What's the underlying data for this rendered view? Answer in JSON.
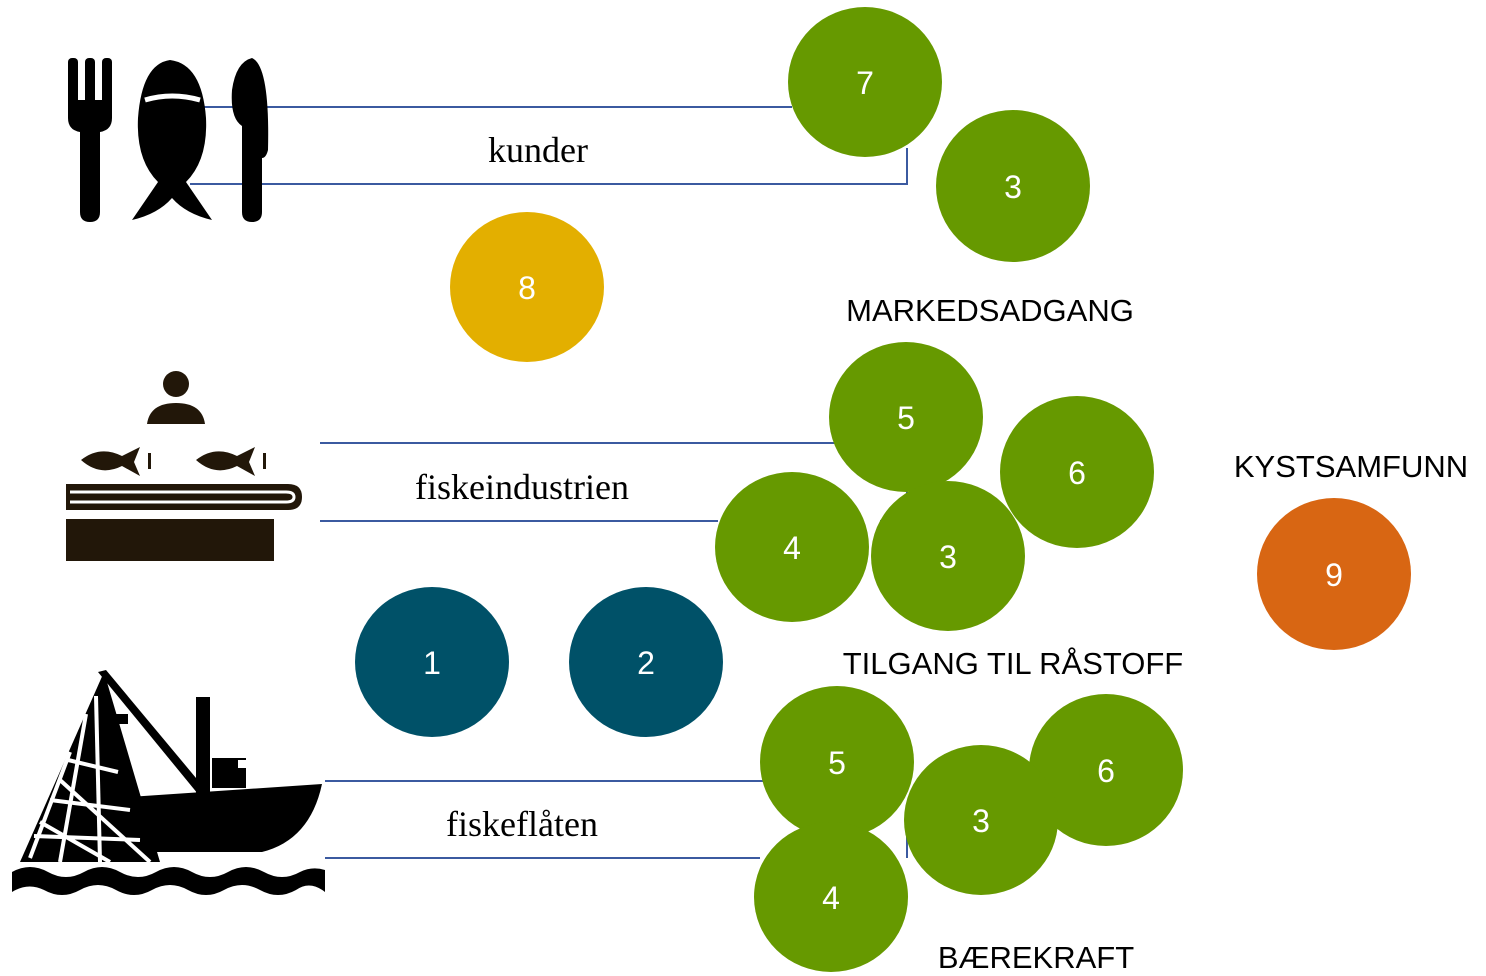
{
  "rows": {
    "customers": {
      "label": "kunder"
    },
    "industry": {
      "label": "fiskeindustrien"
    },
    "fleet": {
      "label": "fiskeflåten"
    }
  },
  "areas": {
    "market_access": "MARKEDSADGANG",
    "raw_material_access": "TILGANG TIL RÅSTOFF",
    "sustainability": "BÆREKRAFT",
    "coastal_communities": "KYSTSAMFUNN"
  },
  "circles": {
    "c7": "7",
    "c3_market": "3",
    "c8": "8",
    "c5_industry": "5",
    "c6_industry": "6",
    "c4_industry": "4",
    "c3_industry": "3",
    "c9": "9",
    "c1": "1",
    "c2": "2",
    "c5_fleet": "5",
    "c6_fleet": "6",
    "c3_fleet": "3",
    "c4_fleet": "4"
  },
  "colors": {
    "green": "#669900",
    "yellow": "#E3AF00",
    "navy": "#005168",
    "orange": "#D86613",
    "line": "#3B5AA0",
    "icon": "#000000",
    "icon_brown": "#221709"
  },
  "icons": {
    "customers": "fish-with-fork-and-knife-icon",
    "industry": "fish-processing-worker-icon",
    "fleet": "fishing-boat-with-net-icon"
  }
}
